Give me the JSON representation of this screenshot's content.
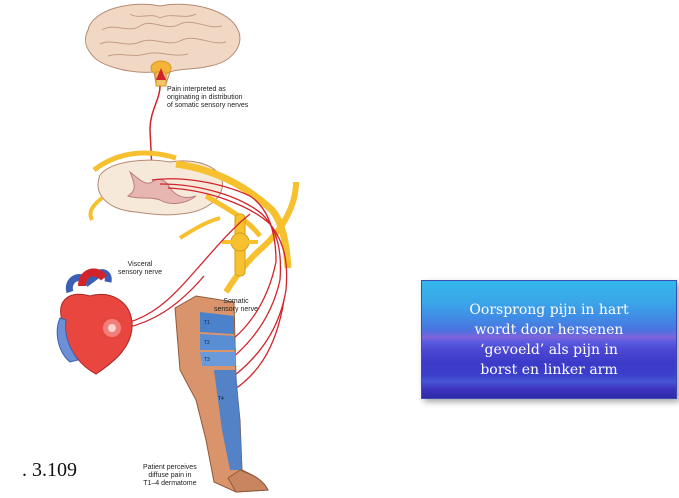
{
  "labels": {
    "pain_interpreted": "Pain interpreted as\noriginating in distribution\nof somatic sensory nerves",
    "visceral_nerve": "Visceral\nsensory nerve",
    "somatic_nerve": "Somatic\nsensory nerve",
    "patient_perceives": "Patient perceives\ndiffuse pain in\nT1–4 dermatome",
    "dermatomes": [
      "T1",
      "T2",
      "T3",
      "T4"
    ]
  },
  "figure_number": ". 3.109",
  "callout": {
    "text": "Oorsprong pijn in hart\nwordt door hersenen\n‘gevoeld’ als pijn in\nborst en linker arm"
  },
  "colors": {
    "nerve_red": "#d2232a",
    "nerve_yellow": "#f6c02e",
    "brain": "#f1d8c4",
    "dermatome_blue": "#3b7fd6",
    "heart_red": "#e8463f",
    "callout_text": "#ffffff"
  }
}
